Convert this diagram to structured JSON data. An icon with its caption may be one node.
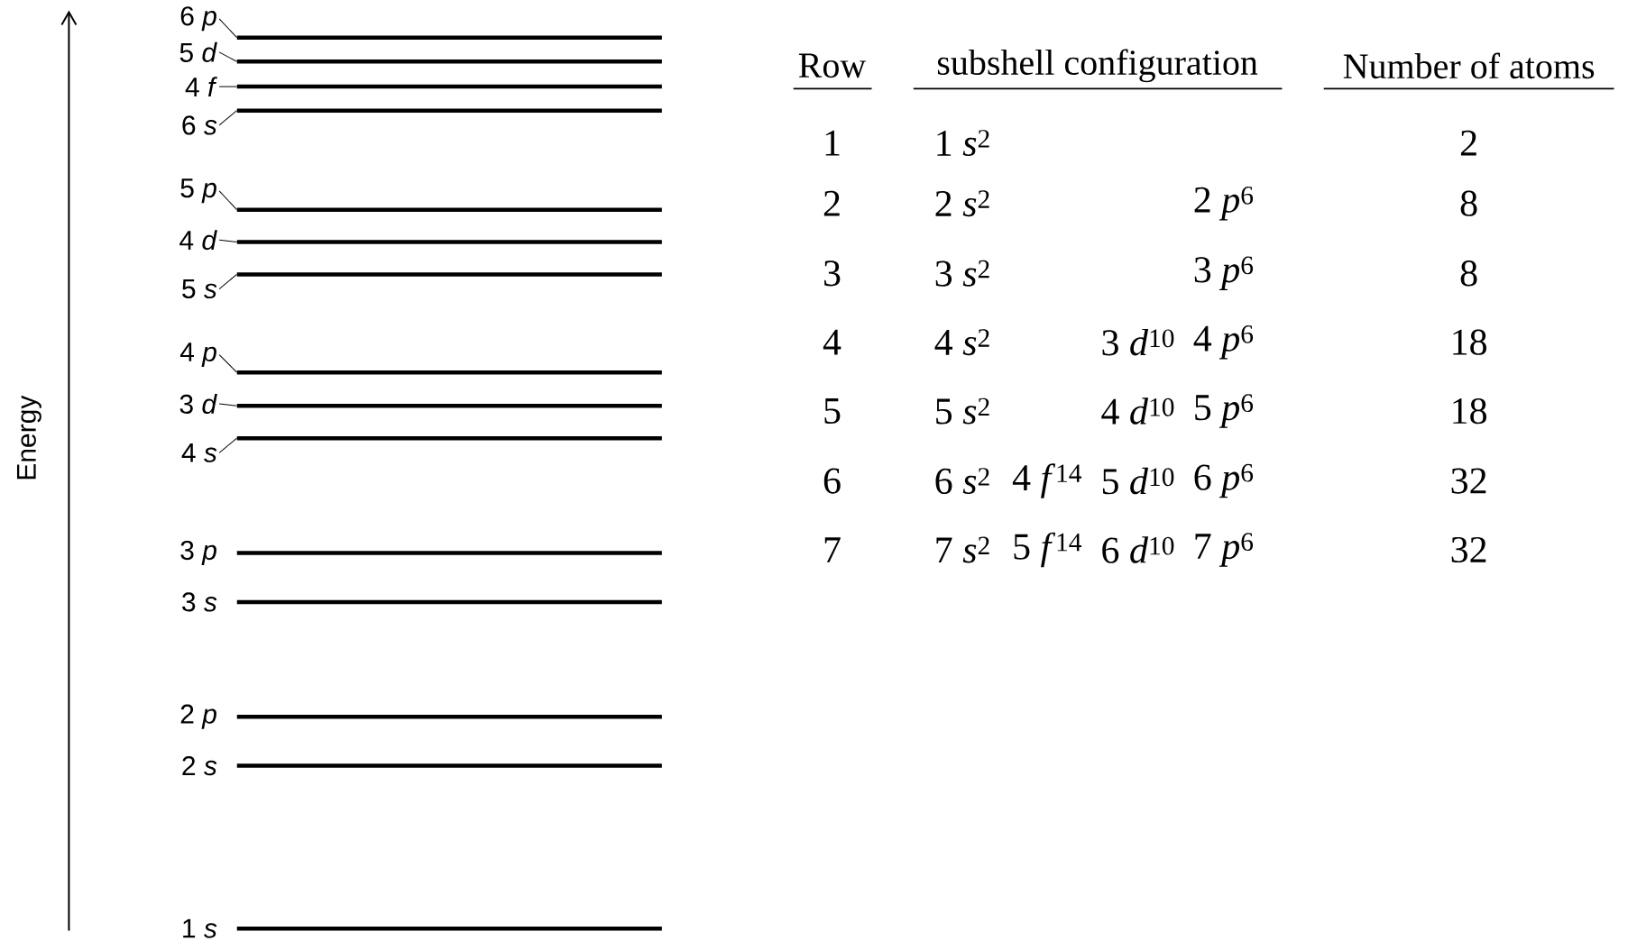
{
  "diagram": {
    "nodes": [
      {
        "text": [
          "6 *p*"
        ]
      },
      {
        "text": [],
        "shape": "bar"
      },
      {
        "text": [
          "5 *d*"
        ]
      },
      {
        "text": [],
        "shape": "bar"
      },
      {
        "text": [
          "4 *f*"
        ]
      },
      {
        "text": [],
        "shape": "bar"
      },
      {
        "text": [
          "6 *s*"
        ]
      },
      {
        "text": [],
        "shape": "bar"
      },
      {
        "text": [
          "5 *p*"
        ]
      },
      {
        "text": [],
        "shape": "bar"
      },
      {
        "text": [
          "4 *d*"
        ]
      },
      {
        "text": [],
        "shape": "bar"
      },
      {
        "text": [
          "5 *s*"
        ]
      },
      {
        "text": [],
        "shape": "bar"
      },
      {
        "text": [
          "4 *p*"
        ]
      },
      {
        "text": [],
        "shape": "bar"
      },
      {
        "text": [
          "3 *d*"
        ]
      },
      {
        "text": [],
        "shape": "bar"
      },
      {
        "text": [
          "4 *s*"
        ]
      },
      {
        "text": [],
        "shape": "bar"
      },
      {
        "text": [],
        "shape": "bar",
        "beside": [
          "3 *p*"
        ]
      },
      {
        "text": [],
        "shape": "bar",
        "beside": [
          "3 *s*"
        ]
      },
      {
        "text": [],
        "shape": "bar",
        "beside": [
          "2 *p*"
        ]
      },
      {
        "text": [],
        "shape": "bar",
        "beside": [
          "2 *s*"
        ]
      },
      {
        "text": [],
        "shape": "bar",
        "beside": [
          "1 *s*"
        ]
      }
    ],
    "edges": [
      {
        "from": 0,
        "to": 1,
        "arrow": "none"
      },
      {
        "from": 2,
        "to": 3,
        "arrow": "none"
      },
      {
        "from": 4,
        "to": 5,
        "arrow": "none"
      },
      {
        "from": 6,
        "to": 7,
        "arrow": "none"
      },
      {
        "from": 8,
        "to": 9,
        "arrow": "none"
      },
      {
        "from": 10,
        "to": 11,
        "arrow": "none"
      },
      {
        "from": 12,
        "to": 13,
        "arrow": "none"
      },
      {
        "from": 14,
        "to": 15,
        "arrow": "none"
      },
      {
        "from": 16,
        "to": 17,
        "arrow": "none"
      },
      {
        "from": 18,
        "to": 19,
        "arrow": "none"
      }
    ],
    "labels": [
      "Energy",
      "Row",
      "subshell configuration",
      "Number of atoms",
      "1",
      "1 *s*$^{2}$",
      "2",
      "2",
      "2 *s*$^{2}$",
      "2 *p*$^{6}$",
      "8",
      "3",
      "3 *s*$^{2}$",
      "3 *p*$^{6}$",
      "8",
      "4",
      "4 *s*$^{2}$",
      "3 *d*$^{10}$",
      "4 *p*$^{6}$",
      "18",
      "5",
      "5 *s*$^{2}$",
      "4 *d*$^{10}$",
      "5 *p*$^{6}$",
      "18",
      "6",
      "6 *s*$^{2}$",
      "4 *f*$^{14}$",
      "5 *d*$^{10}$",
      "6 *p*$^{6}$",
      "32",
      "7",
      "7 *s*$^{2}$",
      "5 *f*$^{14}$",
      "6 *d*$^{10}$",
      "7 *p*$^{6}$",
      "32"
    ]
  }
}
